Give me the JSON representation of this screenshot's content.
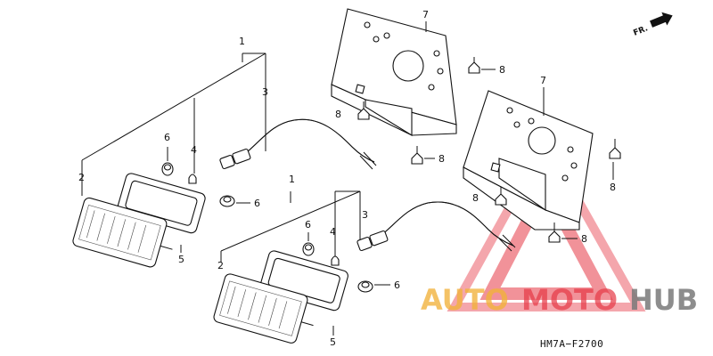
{
  "diagram_ref": "HM7A−F2700",
  "front_arrow": {
    "label": "FR.",
    "icon": "front-direction-arrow-icon"
  },
  "callouts": {
    "left_1": "1",
    "left_2": "2",
    "left_3": "3",
    "left_4": "4",
    "left_5": "5",
    "left_6": "6",
    "left_6b": "6",
    "right_1": "1",
    "right_2": "2",
    "right_3": "3",
    "right_4": "4",
    "right_5": "5",
    "right_6": "6",
    "right_6b": "6",
    "bracket_a_7": "7",
    "bracket_b_7": "7",
    "bolt_8a": "8",
    "bolt_8b": "8",
    "bolt_8c": "8",
    "bolt_8d": "8",
    "bolt_8e": "8",
    "bolt_8f": "8"
  },
  "watermark": {
    "auto": "AUTO",
    "moto": "MOTO",
    "hub": "HUB",
    "triangle_color": "#e63946",
    "accent_color": "#f2b23a",
    "hub_color": "#7a7a7a"
  }
}
